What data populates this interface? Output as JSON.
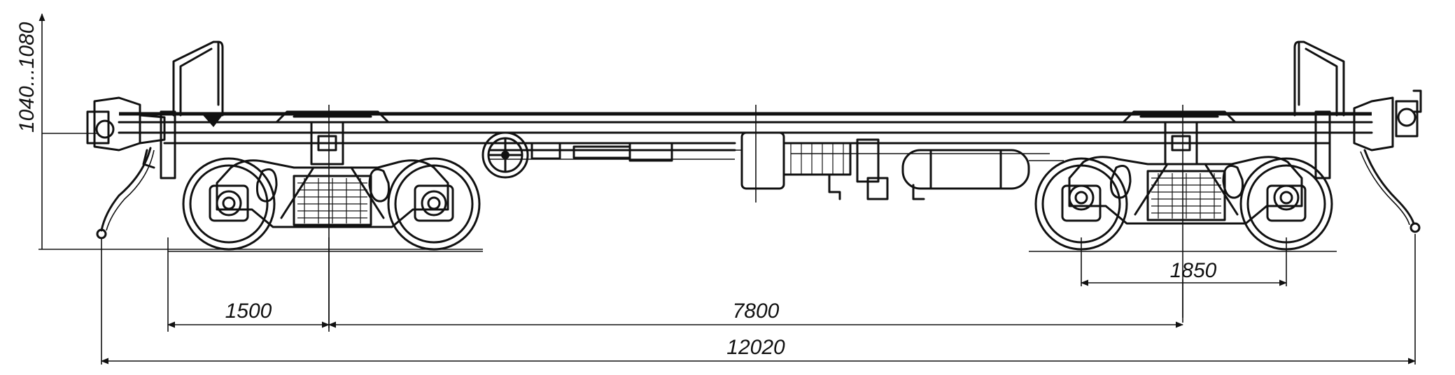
{
  "dimensions": {
    "coupler_height": "1040...1080",
    "bogie_pivot_offset": "1500",
    "bogie_centers": "7800",
    "bogie_wheelbase": "1850",
    "overall_length": "12020"
  }
}
